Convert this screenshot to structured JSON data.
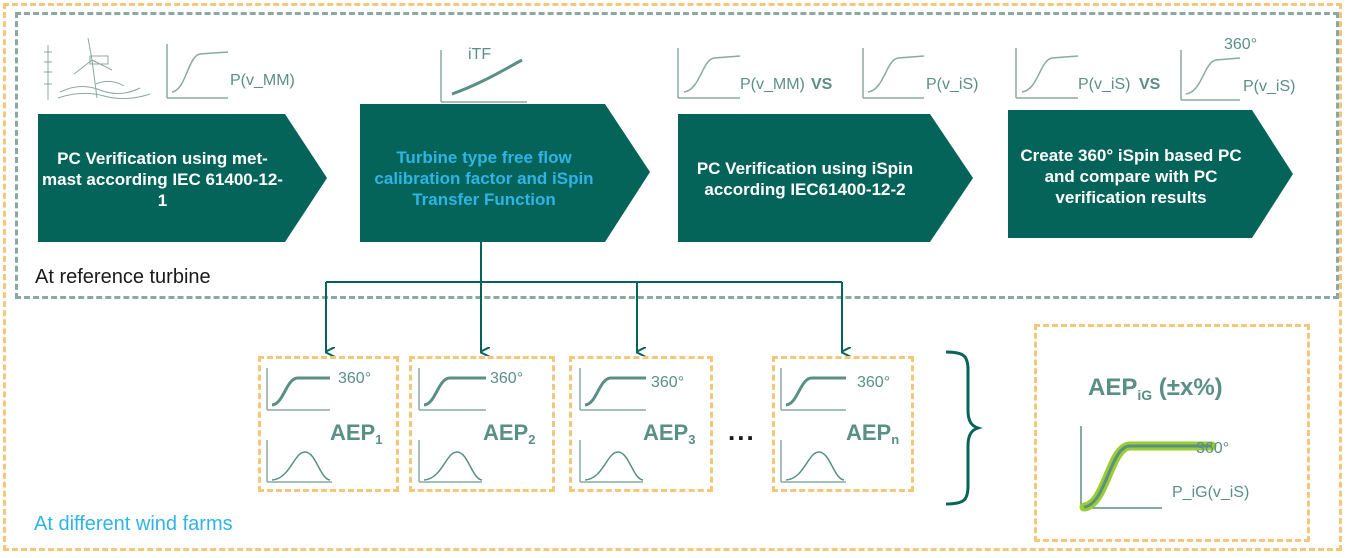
{
  "process_steps": [
    {
      "label": "PC Verification using met-mast according IEC 61400-12-1"
    },
    {
      "label": "Turbine type free flow calibration factor and iSpin Transfer Function"
    },
    {
      "label": "PC Verification using iSpin according IEC61400-12-2"
    },
    {
      "label": "Create 360° iSpin based PC and compare with PC verification results"
    }
  ],
  "curve_labels": {
    "step1": "P(v_MM)",
    "step2": "iTF",
    "step3_a": "P(v_MM)",
    "step3_vs": "VS",
    "step3_b": "P(v_iS)",
    "step4_a": "P(v_iS)",
    "step4_vs": "VS",
    "step4_360": "360°",
    "step4_b": "P(v_iS)"
  },
  "reference_label": "At reference turbine",
  "windfarm_label": "At different wind farms",
  "farms": [
    {
      "label": "AEP",
      "sub": "1",
      "angle": "360°"
    },
    {
      "label": "AEP",
      "sub": "2",
      "angle": "360°"
    },
    {
      "label": "AEP",
      "sub": "3",
      "angle": "360°"
    },
    {
      "label": "AEP",
      "sub": "n",
      "angle": "360°"
    }
  ],
  "ellipsis": "...",
  "result": {
    "label": "AEP",
    "sub": "iG",
    "tolerance": " (±x%)",
    "angle": "360°",
    "curve_label": "P_iG(v_iS)"
  },
  "colors": {
    "arrow_fill": "#05645a",
    "curve": "#5a8f86",
    "highlight_text": "#2eb4e6",
    "wind_farm_border": "#f6c77a",
    "reference_border": "#8aa9a2",
    "result_band": "#9acd32"
  }
}
